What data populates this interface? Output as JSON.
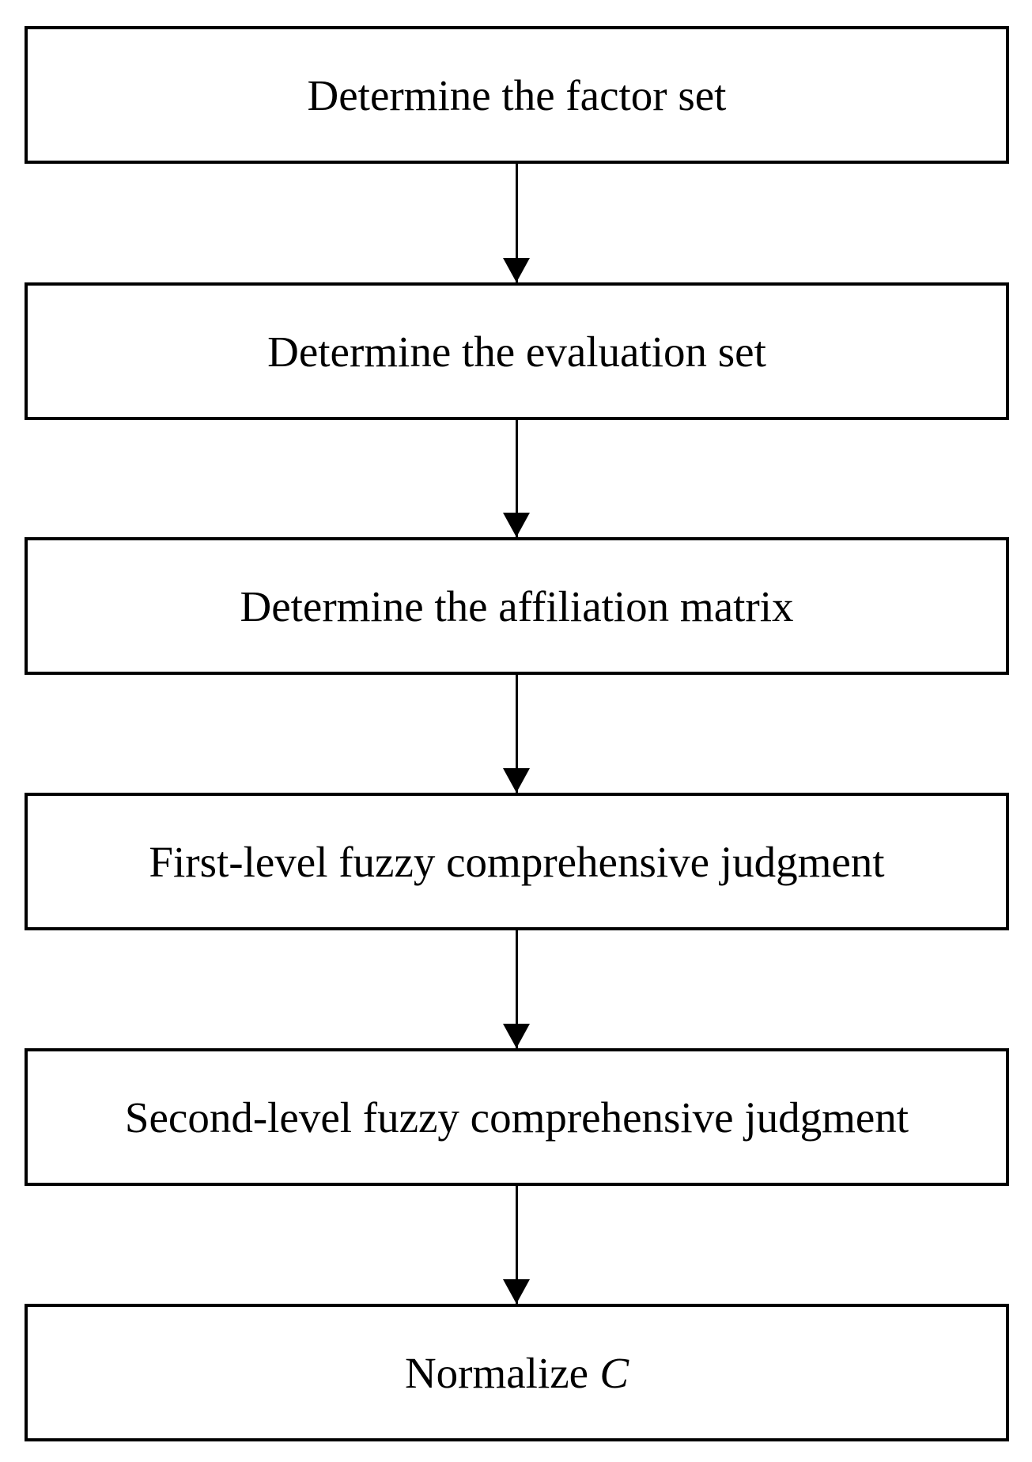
{
  "figure": {
    "type": "flowchart",
    "direction": "top-down",
    "background_color": "#ffffff",
    "box_border_color": "#000000",
    "text_color": "#000000"
  },
  "nodes": [
    {
      "label": "Determine the factor set",
      "label_italic": ""
    },
    {
      "label": "Determine the evaluation set",
      "label_italic": ""
    },
    {
      "label": "Determine the affiliation matrix",
      "label_italic": ""
    },
    {
      "label": "First-level fuzzy comprehensive judgment",
      "label_italic": ""
    },
    {
      "label": "Second-level fuzzy comprehensive judgment",
      "label_italic": ""
    },
    {
      "label": "Normalize",
      "label_italic": "C"
    }
  ],
  "edges": [
    {
      "from_node": 1,
      "to_node": 2,
      "arrow": "down"
    },
    {
      "from_node": 2,
      "to_node": 3,
      "arrow": "down"
    },
    {
      "from_node": 3,
      "to_node": 4,
      "arrow": "down"
    },
    {
      "from_node": 4,
      "to_node": 5,
      "arrow": "down"
    },
    {
      "from_node": 5,
      "to_node": 6,
      "arrow": "down"
    }
  ]
}
